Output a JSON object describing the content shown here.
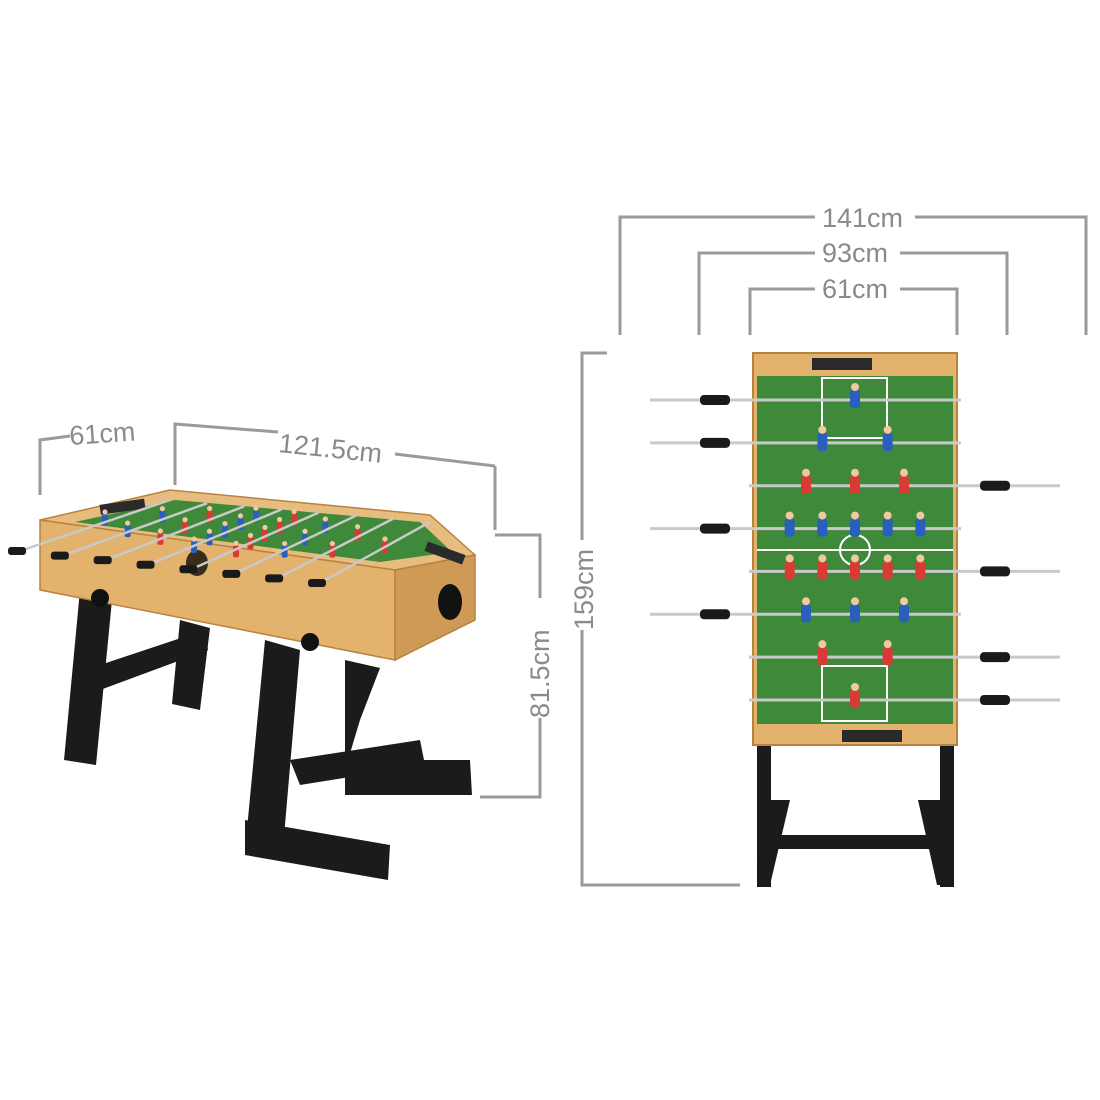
{
  "colors": {
    "dimension_line": "#9a9a9a",
    "dimension_text": "#8a8a8a",
    "wood": "#e3b36e",
    "wood_dark": "#c48a43",
    "felt": "#3f8a3a",
    "felt_dark": "#2f6f2c",
    "leg": "#1b1b1b",
    "team_blue": "#2a5fbf",
    "team_red": "#d83a34",
    "rod": "#c9c9c9",
    "handle": "#1a1a1a"
  },
  "dimensions": {
    "left_depth": "61cm",
    "left_length": "121.5cm",
    "left_height": "81.5cm",
    "right_total_width": "141cm",
    "right_mid_width": "93cm",
    "right_inner_width": "61cm",
    "right_height": "159cm"
  },
  "rods": [
    {
      "team": "blue",
      "players": 1,
      "handle_side": "left"
    },
    {
      "team": "blue",
      "players": 2,
      "handle_side": "left"
    },
    {
      "team": "red",
      "players": 3,
      "handle_side": "right"
    },
    {
      "team": "blue",
      "players": 5,
      "handle_side": "left"
    },
    {
      "team": "red",
      "players": 5,
      "handle_side": "right"
    },
    {
      "team": "blue",
      "players": 3,
      "handle_side": "left"
    },
    {
      "team": "red",
      "players": 2,
      "handle_side": "right"
    },
    {
      "team": "red",
      "players": 1,
      "handle_side": "right"
    }
  ]
}
